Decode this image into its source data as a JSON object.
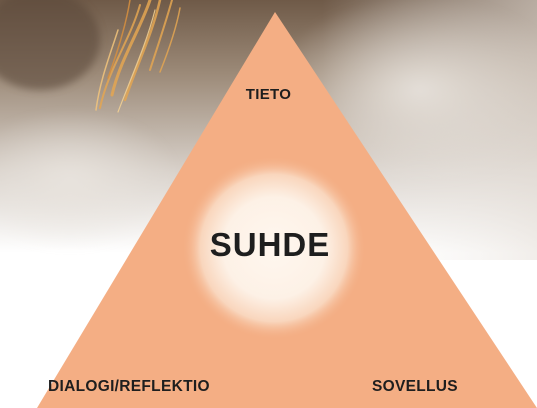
{
  "diagram": {
    "top": "TIETO",
    "center": "SUHDE",
    "bottom_left": "DIALOGI/REFLEKTIO",
    "bottom_right": "SOVELLUS"
  },
  "colors": {
    "triangle": "#f4ae84",
    "glow": "#fdf1e6",
    "text": "#1e1e1e",
    "background_top": "#6f5a48",
    "background_bottom": "#ffffff",
    "straw": "#e4a652"
  }
}
